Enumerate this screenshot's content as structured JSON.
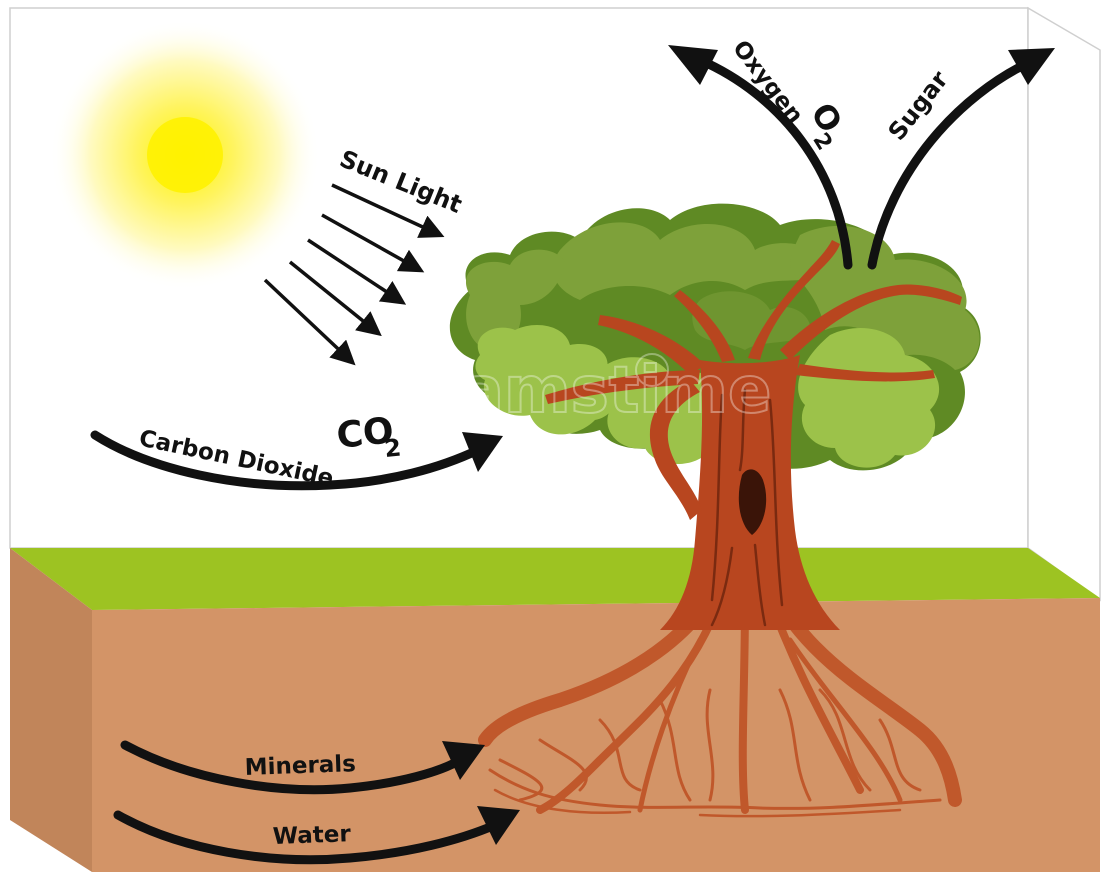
{
  "labels": {
    "sun_light": "Sun Light",
    "carbon_dioxide": "Carbon Dioxide",
    "co2_main": "CO",
    "co2_sub": "2",
    "oxygen": "Oxygen",
    "o2_main": "O",
    "o2_sub": "2",
    "sugar": "Sugar",
    "minerals": "Minerals",
    "water": "Water"
  },
  "watermark": "dreamstime",
  "colors": {
    "sky": "#ffffff",
    "grass": "#9dc322",
    "soil_front": "#d39467",
    "soil_side": "#c1855a",
    "trunk": "#b8461f",
    "root": "#c0582b",
    "leaf_dark": "#5f8a24",
    "leaf_mid": "#7ea13a",
    "leaf_light": "#9cc24a",
    "arrow": "#111111"
  },
  "icons": {
    "sun": "sun-icon",
    "tree": "tree-icon"
  }
}
